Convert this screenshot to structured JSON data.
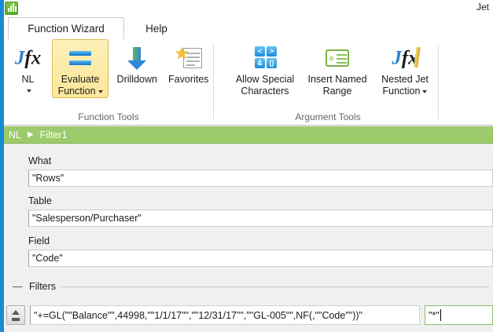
{
  "window": {
    "title": "Jet",
    "app_icon": "bar-chart-icon"
  },
  "tabs": [
    {
      "label": "Function Wizard",
      "active": true
    },
    {
      "label": "Help",
      "active": false
    }
  ],
  "ribbon": {
    "groups": [
      {
        "name": "Function Tools",
        "label": "Function Tools",
        "buttons": [
          {
            "label": "NL",
            "icon": "jfx-icon",
            "has_caret": true,
            "selected": false
          },
          {
            "label_line1": "Evaluate",
            "label_line2": "Function",
            "icon": "equals-icon",
            "has_caret": true,
            "selected": true
          },
          {
            "label": "Drilldown",
            "icon": "down-arrow-icon",
            "has_caret": false,
            "selected": false
          },
          {
            "label": "Favorites",
            "icon": "star-document-icon",
            "has_caret": false,
            "selected": false
          }
        ]
      },
      {
        "name": "Argument Tools",
        "label": "Argument Tools",
        "buttons": [
          {
            "label_line1": "Allow Special",
            "label_line2": "Characters",
            "icon": "special-characters-icon",
            "has_caret": false,
            "selected": false
          },
          {
            "label_line1": "Insert Named",
            "label_line2": "Range",
            "icon": "named-range-tag-icon",
            "has_caret": false,
            "selected": false
          },
          {
            "label_line1": "Nested Jet",
            "label_line2": "Function",
            "icon": "jfx-pencil-icon",
            "has_caret": true,
            "selected": false
          }
        ]
      }
    ],
    "special_chars": [
      "<",
      ">",
      "&",
      "()"
    ]
  },
  "breadcrumb": {
    "root": "NL",
    "separator": "▶",
    "current": "Filter1"
  },
  "form": {
    "fields": [
      {
        "label": "What",
        "value": "\"Rows\""
      },
      {
        "label": "Table",
        "value": "\"Salesperson/Purchaser\""
      },
      {
        "label": "Field",
        "value": "\"Code\""
      }
    ],
    "filters_group": {
      "title": "Filters",
      "collapse_glyph": "—",
      "rows": [
        {
          "move_button": "move-filter-button",
          "expression": "\"+=GL(\"\"Balance\"\",44998,\"\"1/1/17\"\",\"\"12/31/17\"\",\"\"GL-005\"\",NF(,\"\"Code\"\"))\"",
          "criteria": "\"*\"",
          "criteria_focused": true
        }
      ]
    }
  },
  "colors": {
    "accent_blue": "#1a8ad4",
    "breadcrumb_green": "#9ccb6b",
    "selected_button": "#fbe79a",
    "focus_border_green": "#8cc06a",
    "app_icon_green": "#5aad2e"
  }
}
